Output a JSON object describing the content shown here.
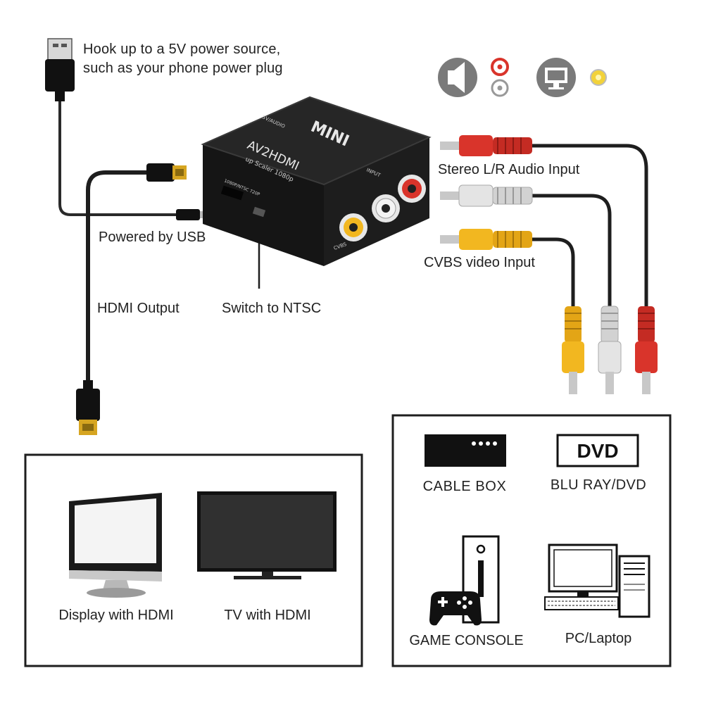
{
  "power_note": {
    "line1": "Hook up to a 5V power source,",
    "line2": "such as your phone power plug"
  },
  "labels": {
    "powered_by_usb": "Powered by USB",
    "hdmi_output": "HDMI Output",
    "switch_to_ntsc": "Switch to NTSC",
    "stereo_audio_input": "Stereo L/R Audio Input",
    "cvbs_video_input": "CVBS video Input"
  },
  "device": {
    "brand": "MINI",
    "model": "AV2HDMI",
    "subtitle": "up Scaler 1080p",
    "port_input": "INPUT",
    "port_5v": "5V/AUDIO",
    "port_cvbs": "CVBS",
    "switch_label": "1080P/NTSC 720P"
  },
  "output_devices": {
    "display_caption": "Display with HDMI",
    "tv_caption": "TV with HDMI"
  },
  "input_devices": {
    "cable_box_caption": "CABLE BOX",
    "dvd_logo": "DVD",
    "dvd_caption": "BLU RAY/DVD",
    "console_caption": "GAME CONSOLE",
    "pc_caption": "PC/Laptop"
  },
  "icons": [
    "speaker-icon",
    "rca-red-white-icon",
    "monitor-icon",
    "rca-yellow-icon"
  ],
  "colors": {
    "red_plug": "#d9342b",
    "white_plug": "#e4e4e4",
    "yellow_plug": "#f2b720",
    "device_body": "#1b1b1b",
    "hdmi_gold": "#d6a521"
  }
}
